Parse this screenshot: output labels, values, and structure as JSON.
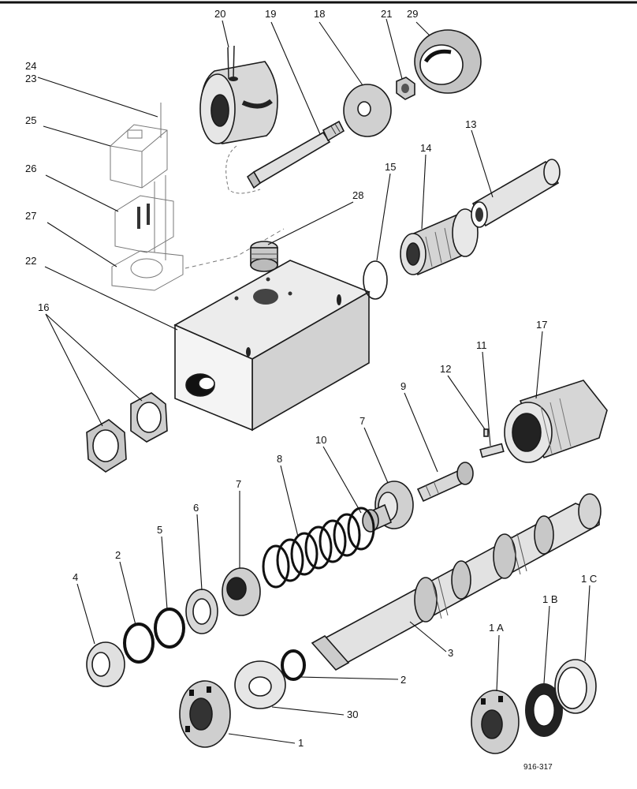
{
  "drawing_number": "916-317",
  "callouts": [
    {
      "id": "c20",
      "label": "20"
    },
    {
      "id": "c19",
      "label": "19"
    },
    {
      "id": "c18",
      "label": "18"
    },
    {
      "id": "c21",
      "label": "21"
    },
    {
      "id": "c29",
      "label": "29"
    },
    {
      "id": "c24",
      "label": "24"
    },
    {
      "id": "c23",
      "label": "23"
    },
    {
      "id": "c25",
      "label": "25"
    },
    {
      "id": "c26",
      "label": "26"
    },
    {
      "id": "c27",
      "label": "27"
    },
    {
      "id": "c22",
      "label": "22"
    },
    {
      "id": "c28",
      "label": "28"
    },
    {
      "id": "c15",
      "label": "15"
    },
    {
      "id": "c14",
      "label": "14"
    },
    {
      "id": "c13",
      "label": "13"
    },
    {
      "id": "c16",
      "label": "16"
    },
    {
      "id": "c17",
      "label": "17"
    },
    {
      "id": "c11",
      "label": "11"
    },
    {
      "id": "c12",
      "label": "12"
    },
    {
      "id": "c9",
      "label": "9"
    },
    {
      "id": "c7a",
      "label": "7"
    },
    {
      "id": "c10",
      "label": "10"
    },
    {
      "id": "c8",
      "label": "8"
    },
    {
      "id": "c7b",
      "label": "7"
    },
    {
      "id": "c6",
      "label": "6"
    },
    {
      "id": "c5",
      "label": "5"
    },
    {
      "id": "c2a",
      "label": "2"
    },
    {
      "id": "c4",
      "label": "4"
    },
    {
      "id": "c3",
      "label": "3"
    },
    {
      "id": "c2b",
      "label": "2"
    },
    {
      "id": "c30",
      "label": "30"
    },
    {
      "id": "c1",
      "label": "1"
    },
    {
      "id": "c1a",
      "label": "1 A"
    },
    {
      "id": "c1b",
      "label": "1 B"
    },
    {
      "id": "c1c",
      "label": "1 C"
    }
  ]
}
